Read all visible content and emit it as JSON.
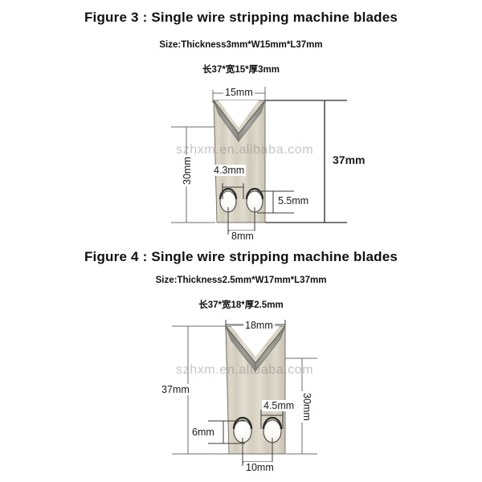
{
  "figures": [
    {
      "title": "Figure 3 : Single wire stripping machine blades",
      "size_en": "Size:Thickness3mm*W15mm*L37mm",
      "size_cn": "长37*宽15*厚3mm",
      "dimensions": {
        "width_top": "15mm",
        "length_total": "37mm",
        "length_body": "30mm",
        "hole_gap": "4.3mm",
        "hole_bottom_offset": "5.5mm",
        "hole_spacing": "8mm"
      }
    },
    {
      "title": "Figure 4 : Single wire stripping machine blades",
      "size_en": "Size:Thickness2.5mm*W17mm*L37mm",
      "size_cn": "长37*宽18*厚2.5mm",
      "dimensions": {
        "width_top": "18mm",
        "length_total": "37mm",
        "length_body": "30mm",
        "hole_gap": "4.5mm",
        "hole_bottom_offset": "6mm",
        "hole_spacing": "10mm"
      }
    }
  ],
  "watermark": "szhxm.en.alibaba.com",
  "colors": {
    "blade_body": "#d9d3c4",
    "blade_body_light": "#e6e1d5",
    "bevel_dark": "#8e8e8a",
    "bevel_mid": "#a8a7a0",
    "outline": "#5c5a52",
    "dim_line": "#6d6d6d",
    "text": "#111111"
  }
}
